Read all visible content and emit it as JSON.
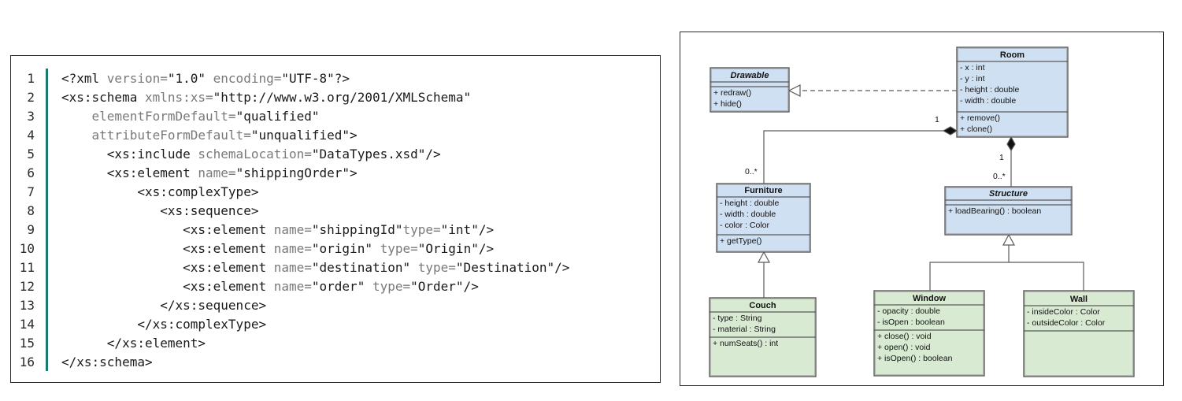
{
  "code": {
    "lines": [
      {
        "n": "1",
        "tokens": [
          {
            "c": "t-tag",
            "t": "<?xml "
          },
          {
            "c": "t-attr",
            "t": "version="
          },
          {
            "c": "t-str",
            "t": "\"1.0\" "
          },
          {
            "c": "t-attr",
            "t": "encoding="
          },
          {
            "c": "t-str",
            "t": "\"UTF-8\"?>"
          }
        ]
      },
      {
        "n": "2",
        "tokens": [
          {
            "c": "t-tag",
            "t": "<xs:schema "
          },
          {
            "c": "t-attr",
            "t": "xmlns:xs="
          },
          {
            "c": "t-str",
            "t": "\"http://www.w3.org/2001/XMLSchema\""
          }
        ]
      },
      {
        "n": "3",
        "tokens": [
          {
            "c": "t-attr",
            "t": "    elementFormDefault="
          },
          {
            "c": "t-str",
            "t": "\"qualified\""
          }
        ]
      },
      {
        "n": "4",
        "tokens": [
          {
            "c": "t-attr",
            "t": "    attributeFormDefault="
          },
          {
            "c": "t-str",
            "t": "\"unqualified\">"
          }
        ]
      },
      {
        "n": "5",
        "tokens": [
          {
            "c": "t-tag",
            "t": "      <xs:include "
          },
          {
            "c": "t-attr",
            "t": "schemaLocation="
          },
          {
            "c": "t-str",
            "t": "\"DataTypes.xsd\"/>"
          }
        ]
      },
      {
        "n": "6",
        "tokens": [
          {
            "c": "t-tag",
            "t": "      <xs:element "
          },
          {
            "c": "t-attr",
            "t": "name="
          },
          {
            "c": "t-str",
            "t": "\"shippingOrder\">"
          }
        ]
      },
      {
        "n": "7",
        "tokens": [
          {
            "c": "t-tag",
            "t": "          <xs:complexType>"
          }
        ]
      },
      {
        "n": "8",
        "tokens": [
          {
            "c": "t-tag",
            "t": "             <xs:sequence>"
          }
        ]
      },
      {
        "n": "9",
        "tokens": [
          {
            "c": "t-tag",
            "t": "                <xs:element "
          },
          {
            "c": "t-attr",
            "t": "name="
          },
          {
            "c": "t-str",
            "t": "\"shippingId\""
          },
          {
            "c": "t-attr",
            "t": "type="
          },
          {
            "c": "t-str",
            "t": "\"int\"/>"
          }
        ]
      },
      {
        "n": "10",
        "tokens": [
          {
            "c": "t-tag",
            "t": "                <xs:element "
          },
          {
            "c": "t-attr",
            "t": "name="
          },
          {
            "c": "t-str",
            "t": "\"origin\" "
          },
          {
            "c": "t-attr",
            "t": "type="
          },
          {
            "c": "t-str",
            "t": "\"Origin\"/>"
          }
        ]
      },
      {
        "n": "11",
        "tokens": [
          {
            "c": "t-tag",
            "t": "                <xs:element "
          },
          {
            "c": "t-attr",
            "t": "name="
          },
          {
            "c": "t-str",
            "t": "\"destination\" "
          },
          {
            "c": "t-attr",
            "t": "type="
          },
          {
            "c": "t-str",
            "t": "\"Destination\"/>"
          }
        ]
      },
      {
        "n": "12",
        "tokens": [
          {
            "c": "t-tag",
            "t": "                <xs:element "
          },
          {
            "c": "t-attr",
            "t": "name="
          },
          {
            "c": "t-str",
            "t": "\"order\" "
          },
          {
            "c": "t-attr",
            "t": "type="
          },
          {
            "c": "t-str",
            "t": "\"Order\"/>"
          }
        ]
      },
      {
        "n": "13",
        "tokens": [
          {
            "c": "t-tag",
            "t": "             </xs:sequence>"
          }
        ]
      },
      {
        "n": "14",
        "tokens": [
          {
            "c": "t-tag",
            "t": "          </xs:complexType>"
          }
        ]
      },
      {
        "n": "15",
        "tokens": [
          {
            "c": "t-tag",
            "t": "      </xs:element>"
          }
        ]
      },
      {
        "n": "16",
        "tokens": [
          {
            "c": "t-tag",
            "t": "</xs:schema>"
          }
        ]
      }
    ]
  },
  "uml": {
    "colors": {
      "blue_fill": "#cfe0f3",
      "green_fill": "#d9ead3",
      "stroke": "#5a5a5a"
    },
    "classes": [
      {
        "id": "drawable",
        "name": "Drawable",
        "italic": true,
        "fill": "blue",
        "attributes": [],
        "operations": [
          "+ redraw()",
          "+ hide()"
        ]
      },
      {
        "id": "room",
        "name": "Room",
        "italic": false,
        "fill": "blue",
        "attributes": [
          "- x : int",
          "- y : int",
          "- height : double",
          "- width : double"
        ],
        "operations": [
          "+ remove()",
          "+ clone()"
        ]
      },
      {
        "id": "furniture",
        "name": "Furniture",
        "italic": false,
        "fill": "blue",
        "attributes": [
          "- height : double",
          "- width : double",
          "- color : Color"
        ],
        "operations": [
          "+ getType()"
        ]
      },
      {
        "id": "structure",
        "name": "Structure",
        "italic": true,
        "fill": "blue",
        "attributes": [],
        "operations": [
          "+ loadBearing() : boolean"
        ]
      },
      {
        "id": "couch",
        "name": "Couch",
        "italic": false,
        "fill": "green",
        "attributes": [
          "- type : String",
          "- material : String"
        ],
        "operations": [
          "+ numSeats() : int"
        ]
      },
      {
        "id": "window",
        "name": "Window",
        "italic": false,
        "fill": "green",
        "attributes": [
          "- opacity : double",
          "- isOpen : boolean"
        ],
        "operations": [
          "+ close() : void",
          "+ open() : void",
          "+ isOpen() : boolean"
        ]
      },
      {
        "id": "wall",
        "name": "Wall",
        "italic": false,
        "fill": "green",
        "attributes": [
          "- insideColor : Color",
          "- outsideColor : Color"
        ],
        "operations": []
      }
    ],
    "multiplicities": {
      "room_furniture_room": "1",
      "room_furniture_furniture": "0..*",
      "room_structure_room": "1",
      "room_structure_structure": "0..*"
    }
  }
}
